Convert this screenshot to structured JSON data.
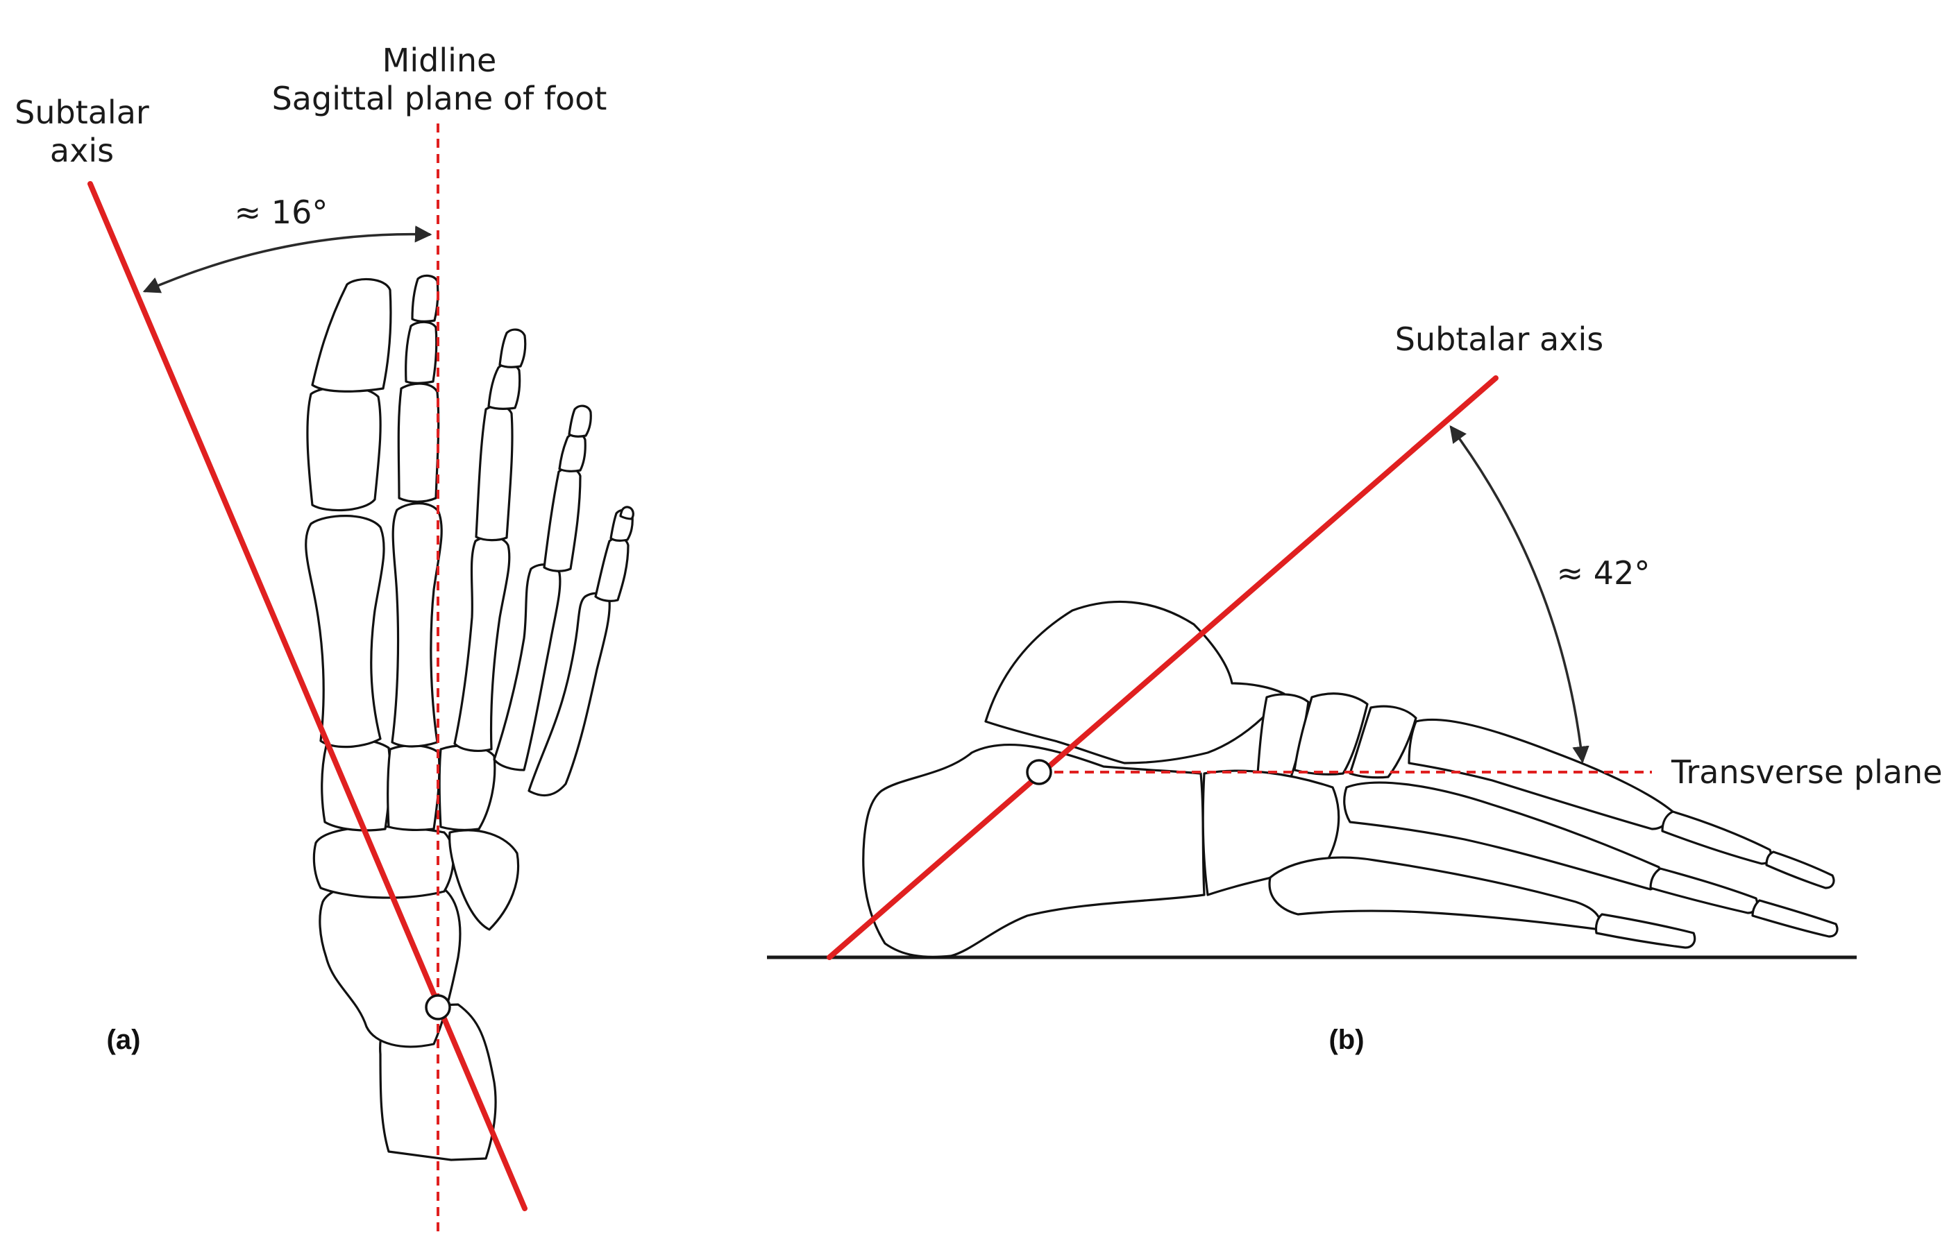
{
  "colors": {
    "axis": "#e02020",
    "bone_stroke": "#111111",
    "arrow": "#2a2a2a"
  },
  "panel_a": {
    "panel_label": "(a)",
    "subtalar_label_line1": "Subtalar",
    "subtalar_label_line2": "axis",
    "midline_label_line1": "Midline",
    "midline_label_line2": "Sagittal plane of foot",
    "angle_label": "≈ 16°"
  },
  "panel_b": {
    "panel_label": "(b)",
    "subtalar_label": "Subtalar axis",
    "transverse_label": "Transverse plane",
    "angle_label": "≈ 42°"
  }
}
